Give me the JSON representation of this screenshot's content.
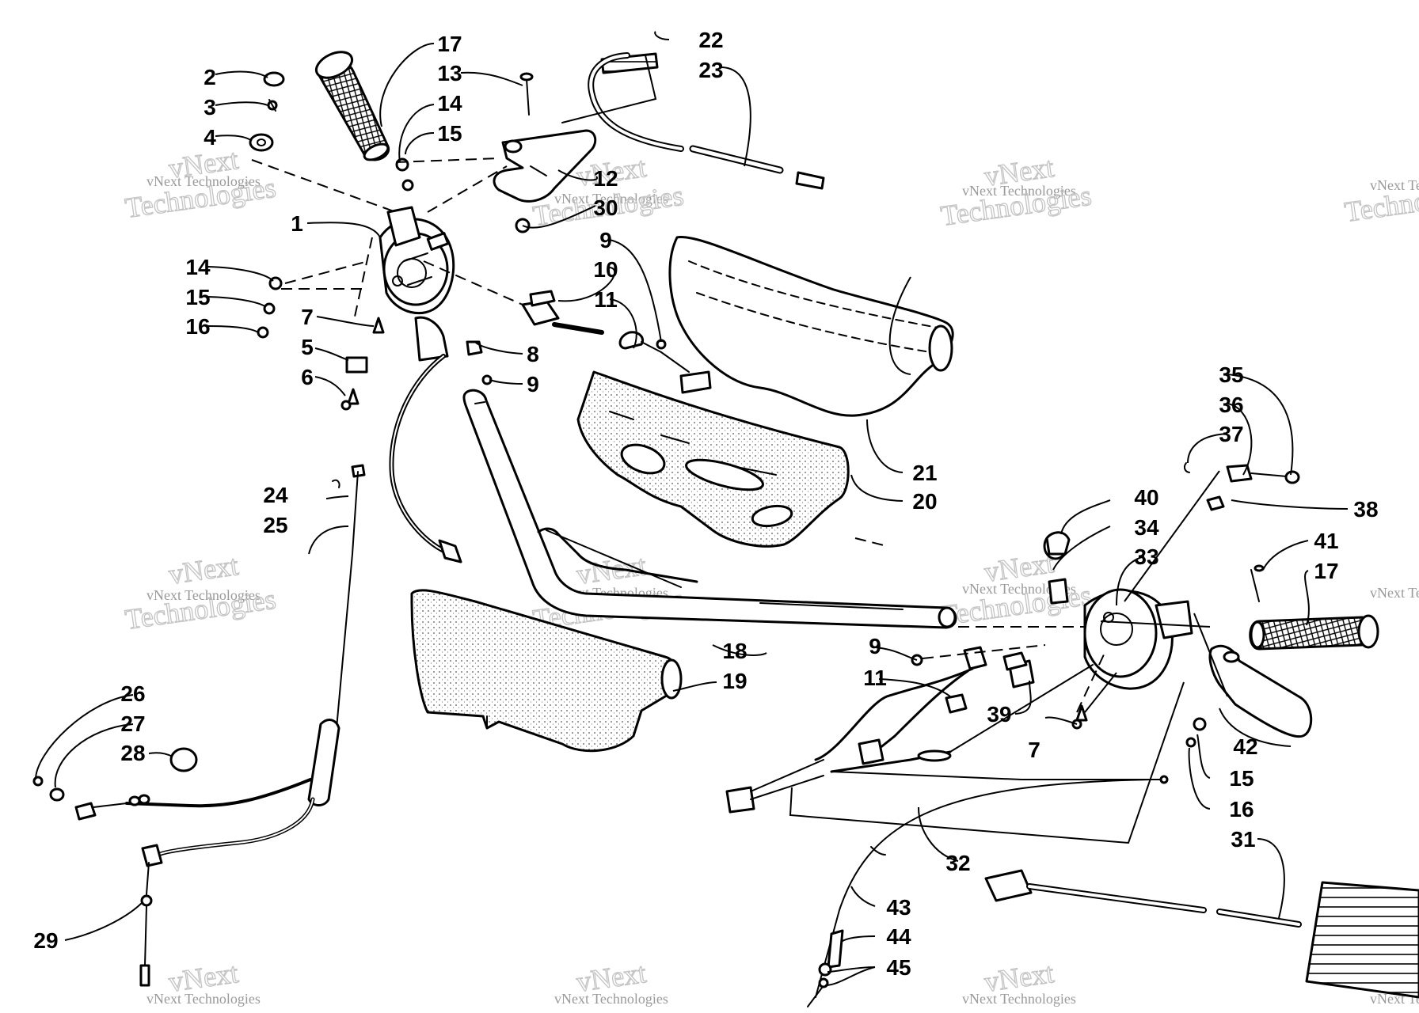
{
  "watermark": {
    "line1": "vNext Technologies",
    "line2": "Technologies",
    "line3": "vNext"
  },
  "callouts": {
    "c1": "1",
    "c2": "2",
    "c3": "3",
    "c4": "4",
    "c5": "5",
    "c6": "6",
    "c7": "7",
    "c8": "8",
    "c9": "9",
    "c10": "10",
    "c11": "11",
    "c12": "12",
    "c13": "13",
    "c14": "14",
    "c15": "15",
    "c16": "16",
    "c17": "17",
    "c18": "18",
    "c19": "19",
    "c20": "20",
    "c21": "21",
    "c22": "22",
    "c23": "23",
    "c24": "24",
    "c25": "25",
    "c26": "26",
    "c27": "27",
    "c28": "28",
    "c29": "29",
    "c30": "30",
    "c31": "31",
    "c32": "32",
    "c33": "33",
    "c34": "34",
    "c35": "35",
    "c36": "36",
    "c37": "37",
    "c38": "38",
    "c39": "39",
    "c40": "40",
    "c41": "41",
    "c42": "42",
    "c43": "43",
    "c44": "44",
    "c45": "45"
  }
}
